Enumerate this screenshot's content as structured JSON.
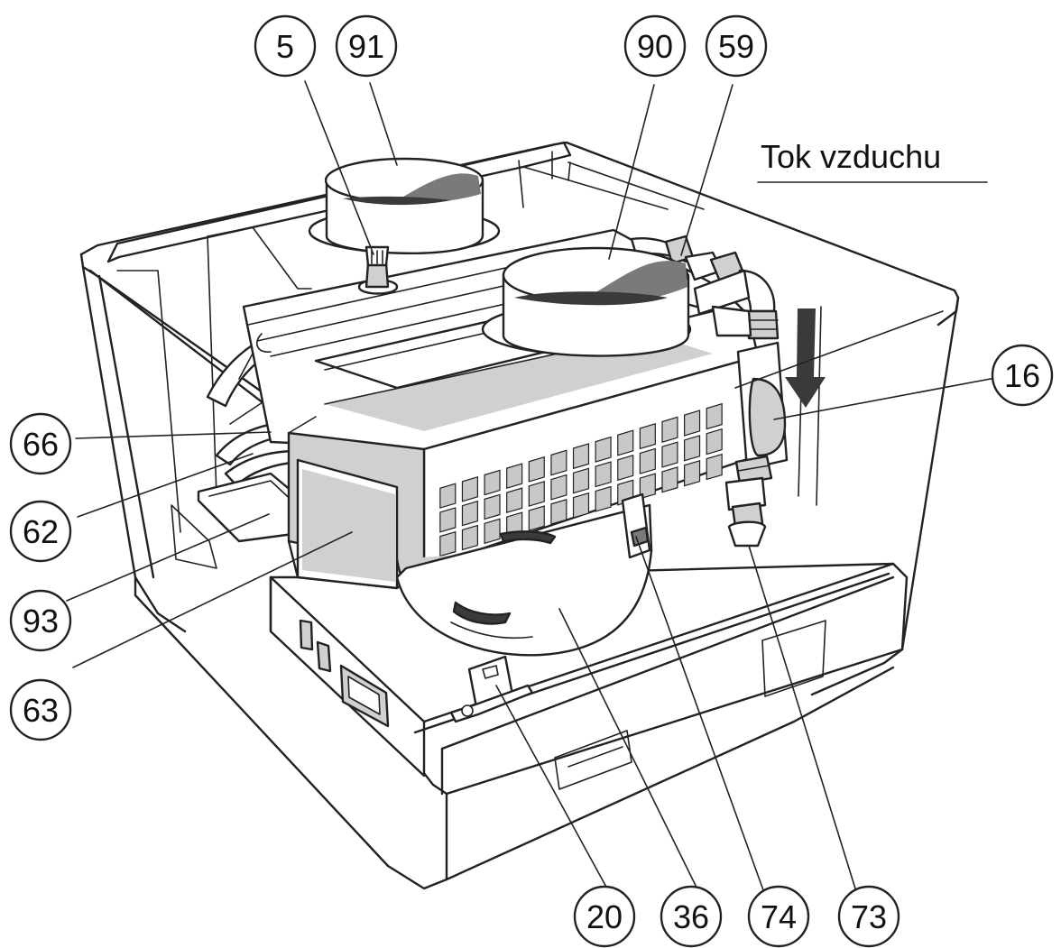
{
  "airflow_label": "Tok vzduchu",
  "callouts": {
    "c5": "5",
    "c91": "91",
    "c90": "90",
    "c59": "59",
    "c16": "16",
    "c66": "66",
    "c62": "62",
    "c93": "93",
    "c63": "63",
    "c20": "20",
    "c36": "36",
    "c74": "74",
    "c73": "73"
  }
}
